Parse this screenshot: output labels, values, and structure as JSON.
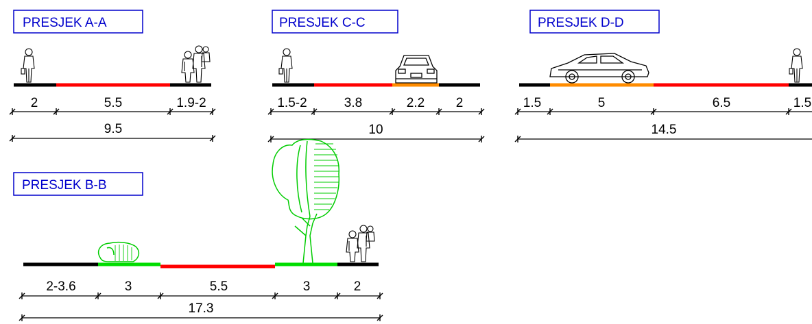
{
  "sections": {
    "a": {
      "title": "PRESJEK A-A",
      "dims": [
        "2",
        "5.5",
        "1.9-2"
      ],
      "total": "9.5"
    },
    "c": {
      "title": "PRESJEK C-C",
      "dims": [
        "1.5-2",
        "3.8",
        "2.2",
        "2"
      ],
      "total": "10"
    },
    "d": {
      "title": "PRESJEK D-D",
      "dims": [
        "1.5",
        "5",
        "6.5",
        "1.5"
      ],
      "total": "14.5"
    },
    "b": {
      "title": "PRESJEK B-B",
      "dims": [
        "2-3.6",
        "3",
        "5.5",
        "3",
        "2"
      ],
      "total": "17.3"
    }
  },
  "colors": {
    "sidewalk": "#000000",
    "roadway": "#ff0000",
    "parking": "#ff8c00",
    "greenery": "#00dd00",
    "title": "#0000cc"
  },
  "icons": [
    "pedestrian-icon",
    "pedestrian-group-icon",
    "car-icon",
    "tree-icon",
    "shrub-icon"
  ]
}
